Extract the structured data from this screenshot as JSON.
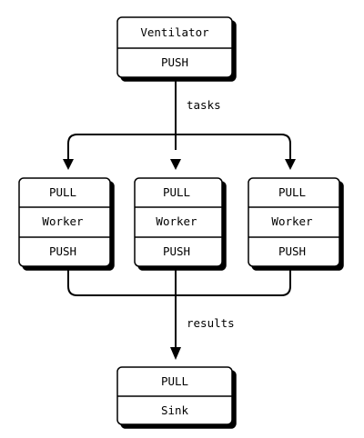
{
  "nodes": {
    "ventilator": {
      "cells": [
        "Ventilator",
        "PUSH"
      ]
    },
    "worker_1": {
      "cells": [
        "PULL",
        "Worker",
        "PUSH"
      ]
    },
    "worker_2": {
      "cells": [
        "PULL",
        "Worker",
        "PUSH"
      ]
    },
    "worker_3": {
      "cells": [
        "PULL",
        "Worker",
        "PUSH"
      ]
    },
    "sink": {
      "cells": [
        "PULL",
        "Sink"
      ]
    }
  },
  "edges": {
    "tasks_label": "tasks",
    "results_label": "results"
  },
  "colors": {
    "stroke": "#000000",
    "fill": "#ffffff"
  }
}
